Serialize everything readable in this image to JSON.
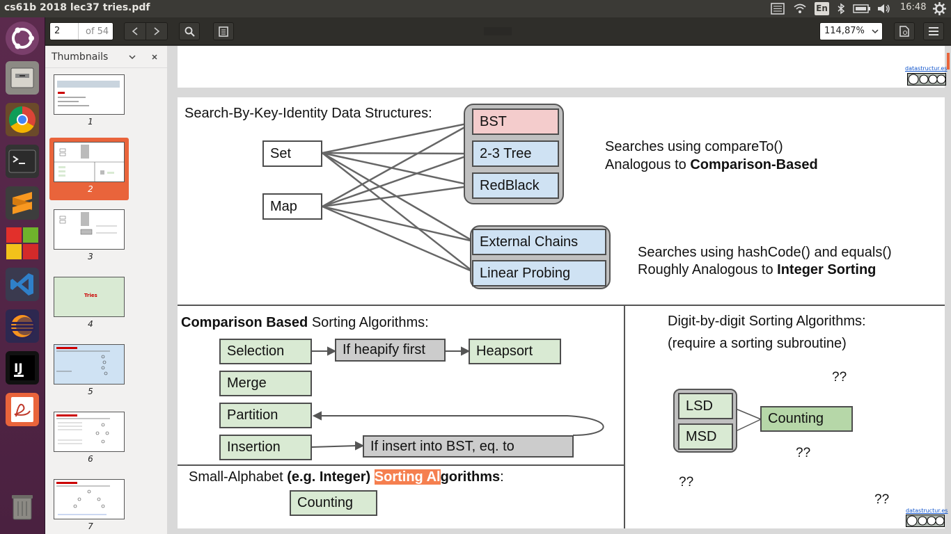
{
  "window_title": "cs61b 2018 lec37 tries.pdf",
  "panel": {
    "keyboard": "En",
    "time": "16:48"
  },
  "toolbar": {
    "page_number": "2",
    "page_count": "of 54",
    "zoom": "114,87%"
  },
  "sidebar": {
    "title": "Thumbnails",
    "pages": [
      "1",
      "2",
      "3",
      "4",
      "5",
      "6",
      "7"
    ],
    "page4_label": "Tries"
  },
  "slide_top": {
    "credit_link": "datastructur.es"
  },
  "slide": {
    "section1_title": "Search-By-Key-Identity Data Structures:",
    "set": "Set",
    "map": "Map",
    "bst": "BST",
    "tree23": "2-3 Tree",
    "redblack": "RedBlack",
    "ext_chains": "External Chains",
    "lin_probe": "Linear Probing",
    "note1_line1": "Searches using compareTo()",
    "note1_line2_a": "Analogous to ",
    "note1_line2_b": "Comparison-Based",
    "note2_line1": "Searches using hashCode() and equals()",
    "note2_line2_a": "Roughly Analogous to ",
    "note2_line2_b": "Integer Sorting",
    "cmp_title_a": "Comparison Based",
    "cmp_title_b": " Sorting Algorithms:",
    "selection": "Selection",
    "heapify": "If heapify first",
    "heapsort": "Heapsort",
    "merge": "Merge",
    "partition": "Partition",
    "insertion": "Insertion",
    "insert_bst": "If insert into BST, eq. to",
    "small_a": "Small-Alphabet ",
    "small_b": "(e.g. Integer) ",
    "small_c": "Sorting Al",
    "small_d": "gorithms",
    "small_e": ":",
    "counting_small": "Counting",
    "digit_title": "Digit-by-digit Sorting Algorithms:",
    "digit_sub": "(require a sorting subroutine)",
    "lsd": "LSD",
    "msd": "MSD",
    "counting": "Counting",
    "qq": "??",
    "credit_link": "datastructur.es"
  },
  "colors": {
    "accent": "#e9643b",
    "green": "#d9ead3",
    "blue": "#cfe2f3",
    "pink": "#f4cccc",
    "gray": "#cccccc"
  }
}
